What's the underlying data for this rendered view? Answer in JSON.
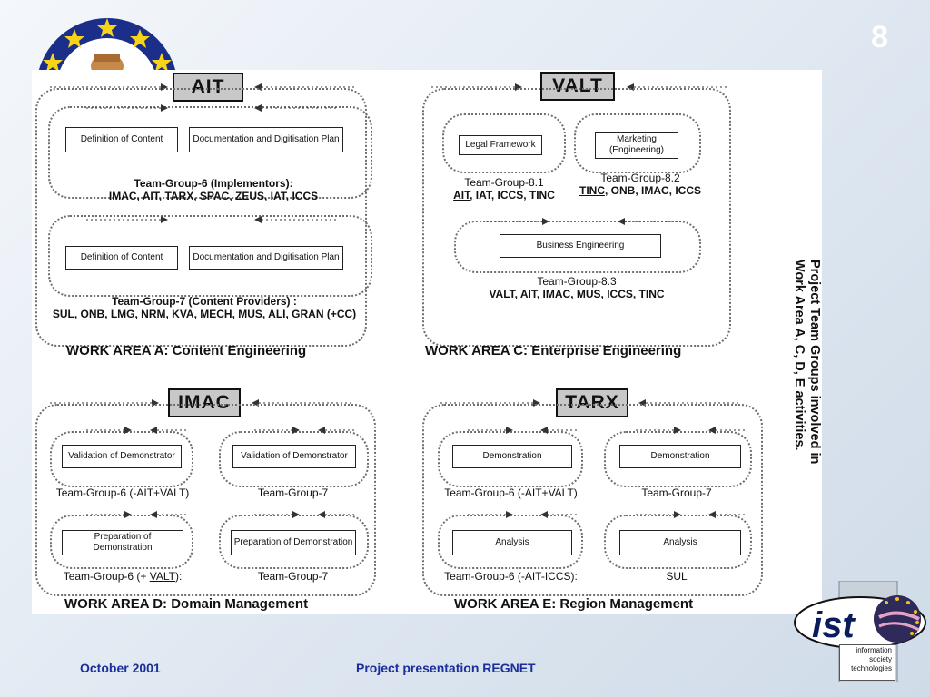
{
  "slide_number": "8",
  "footer": {
    "date": "October 2001",
    "title": "Project presentation REGNET"
  },
  "ist_logo": {
    "mark": "ist",
    "caption_line1": "information",
    "caption_line2": "society",
    "caption_line3": "technologies"
  },
  "side_caption": {
    "line1": "Project Team Groups involved in",
    "line2": "Work Area A, C, D, E activities."
  },
  "area_a": {
    "header": "AIT",
    "group6": {
      "box1": "Definition of Content",
      "box2": "Documentation and Digitisation Plan",
      "title": "Team-Group-6 (Implementors):",
      "lead": "IMAC",
      "members": ", AIT, TARX, SPAC, ZEUS, IAT, ICCS"
    },
    "group7": {
      "box1": "Definition of Content",
      "box2": "Documentation and Digitisation Plan",
      "title": "Team-Group-7 (Content Providers) :",
      "lead": "SUL",
      "members": ", ONB, LMG, NRM, KVA, MECH, MUS, ALI, GRAN  (+CC)"
    },
    "label": "WORK AREA A: Content Engineering"
  },
  "area_c": {
    "header": "VALT",
    "g81": {
      "box": "Legal Framework",
      "title": "Team-Group-8.1",
      "lead": "AIT",
      "members": ", IAT, ICCS, TINC"
    },
    "g82": {
      "box_line1": "Marketing",
      "box_line2": "(Engineering)",
      "title": "Team-Group-8.2",
      "lead": "TINC",
      "members": ", ONB, IMAC, ICCS"
    },
    "g83": {
      "box": "Business Engineering",
      "title": "Team-Group-8.3",
      "lead": "VALT",
      "members": ", AIT, IMAC, MUS, ICCS, TINC"
    },
    "label": "WORK AREA C: Enterprise Engineering"
  },
  "area_d": {
    "header": "IMAC",
    "box_tl": "Validation of Demonstrator",
    "box_tr": "Validation of Demonstrator",
    "cap_tl": "Team-Group-6 (-AIT+VALT)",
    "cap_tr": "Team-Group-7",
    "box_bl": "Preparation of Demonstration",
    "box_br": "Preparation of Demonstration",
    "cap_bl_pre": "Team-Group-6 (+ ",
    "cap_bl_lead": "VALT",
    "cap_bl_post": "):",
    "cap_br": "Team-Group-7",
    "label": "WORK AREA D: Domain Management"
  },
  "area_e": {
    "header": "TARX",
    "box_tl": "Demonstration",
    "box_tr": "Demonstration",
    "cap_tl": "Team-Group-6 (-AIT+VALT)",
    "cap_tr": "Team-Group-7",
    "box_bl": "Analysis",
    "box_br": "Analysis",
    "cap_bl": "Team-Group-6 (-AIT-ICCS):",
    "cap_br": "SUL",
    "label": "WORK AREA E: Region Management"
  },
  "colors": {
    "footer_text": "#1a2f9c",
    "header_fill": "#c8c8c8",
    "slide_number": "#ffffff"
  }
}
